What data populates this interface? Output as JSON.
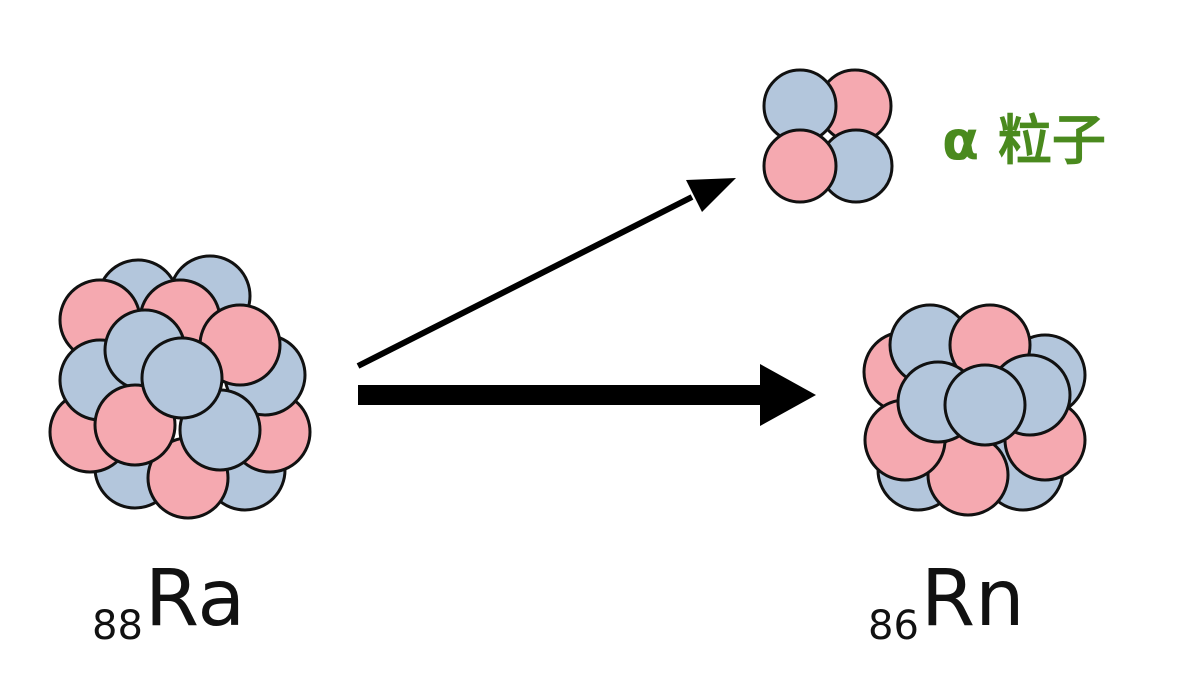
{
  "colors": {
    "proton": "#f5a9b0",
    "neutron": "#b3c6dc",
    "outline": "#111111",
    "arrow": "#000000",
    "alpha_label": "#4a8a1e"
  },
  "parent": {
    "mass_number": "88",
    "symbol": "Ra"
  },
  "daughter": {
    "mass_number": "86",
    "symbol": "Rn"
  },
  "emitted": {
    "label": "α 粒子"
  }
}
